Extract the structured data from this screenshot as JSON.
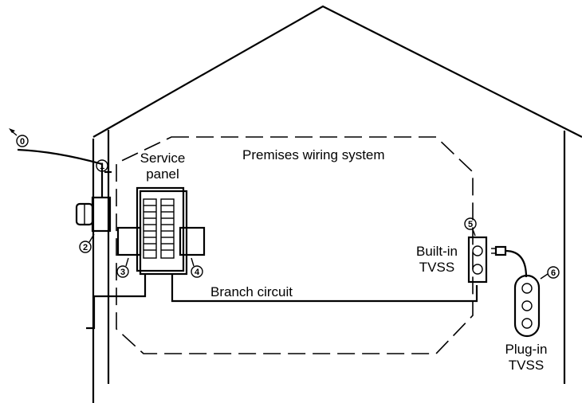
{
  "labels": {
    "service_panel_line1": "Service",
    "service_panel_line2": "panel",
    "premises": "Premises wiring system",
    "branch": "Branch circuit",
    "builtin_line1": "Built-in",
    "builtin_line2": "TVSS",
    "plugin_line1": "Plug-in",
    "plugin_line2": "TVSS"
  },
  "markers": [
    "0",
    "1",
    "2",
    "3",
    "4",
    "5",
    "6"
  ]
}
